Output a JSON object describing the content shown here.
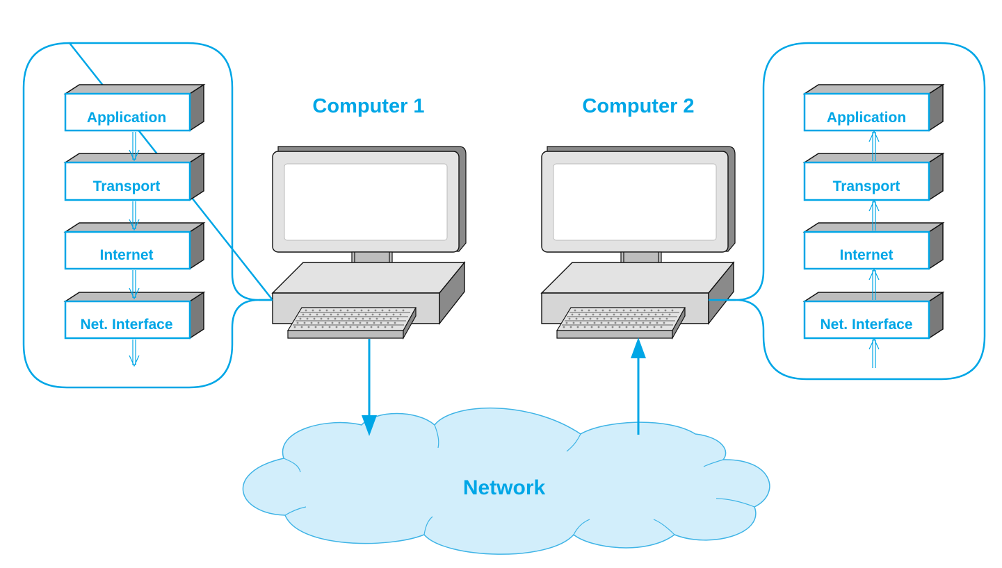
{
  "colors": {
    "accent": "#00a6e6",
    "cloud_fill": "#d2eefb",
    "cloud_stroke": "#3fb4e6",
    "device_light": "#e3e3e3",
    "device_mid": "#bdbdbd",
    "device_dark": "#8a8a8a",
    "device_outline": "#111111"
  },
  "computer1": {
    "title": "Computer 1",
    "direction": "down",
    "stack": [
      "Application",
      "Transport",
      "Internet",
      "Net. Interface"
    ]
  },
  "computer2": {
    "title": "Computer 2",
    "direction": "up",
    "stack": [
      "Application",
      "Transport",
      "Internet",
      "Net. Interface"
    ]
  },
  "network": {
    "label": "Network"
  },
  "icons": {
    "computer": "desktop-computer-icon",
    "network": "cloud-icon"
  }
}
